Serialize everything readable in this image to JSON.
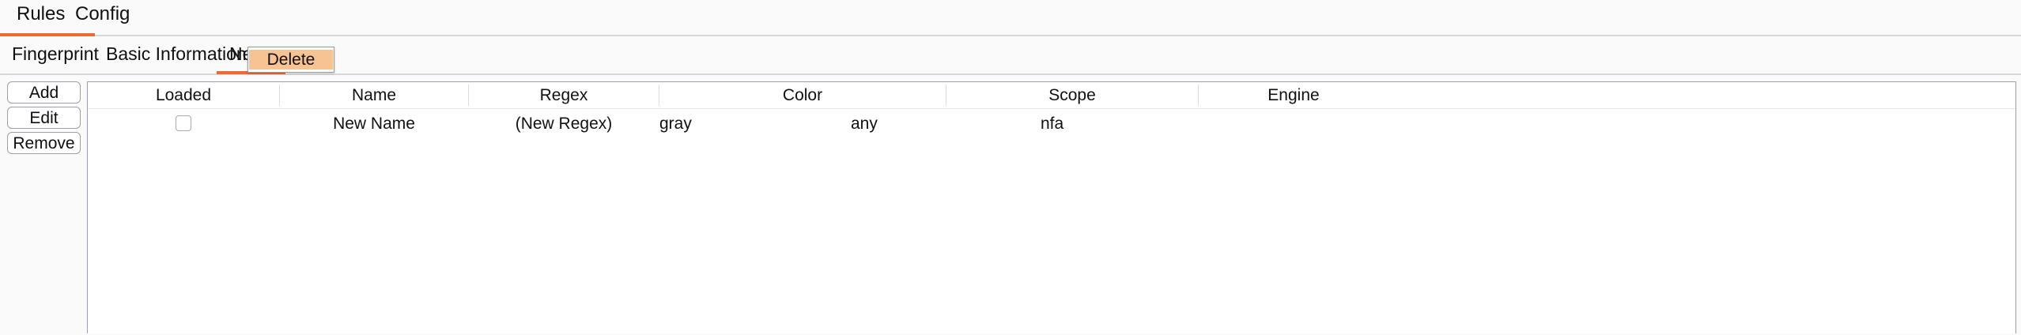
{
  "top_tabs": {
    "items": [
      {
        "label": "Rules",
        "active": true
      },
      {
        "label": "Config",
        "active": false
      }
    ]
  },
  "sub_tabs": {
    "items": [
      {
        "label": "Fingerprint",
        "active": false
      },
      {
        "label": "Basic Information",
        "active": false
      },
      {
        "label": "New 0",
        "active": true
      }
    ]
  },
  "context_menu": {
    "items": [
      {
        "label": "Delete"
      }
    ]
  },
  "actions": {
    "add_label": "Add",
    "edit_label": "Edit",
    "remove_label": "Remove"
  },
  "table": {
    "columns": [
      {
        "key": "loaded",
        "label": "Loaded"
      },
      {
        "key": "name",
        "label": "Name"
      },
      {
        "key": "regex",
        "label": "Regex"
      },
      {
        "key": "color",
        "label": "Color"
      },
      {
        "key": "scope",
        "label": "Scope"
      },
      {
        "key": "engine",
        "label": "Engine"
      }
    ],
    "rows": [
      {
        "loaded": false,
        "name": "New Name",
        "regex": "(New Regex)",
        "color": "gray",
        "scope": "any",
        "engine": "nfa"
      }
    ]
  },
  "colors": {
    "accent": "#ec6a34",
    "menu_highlight": "#f8c393",
    "panel_border": "#9ca0a8",
    "page_background": "#fafafa"
  }
}
